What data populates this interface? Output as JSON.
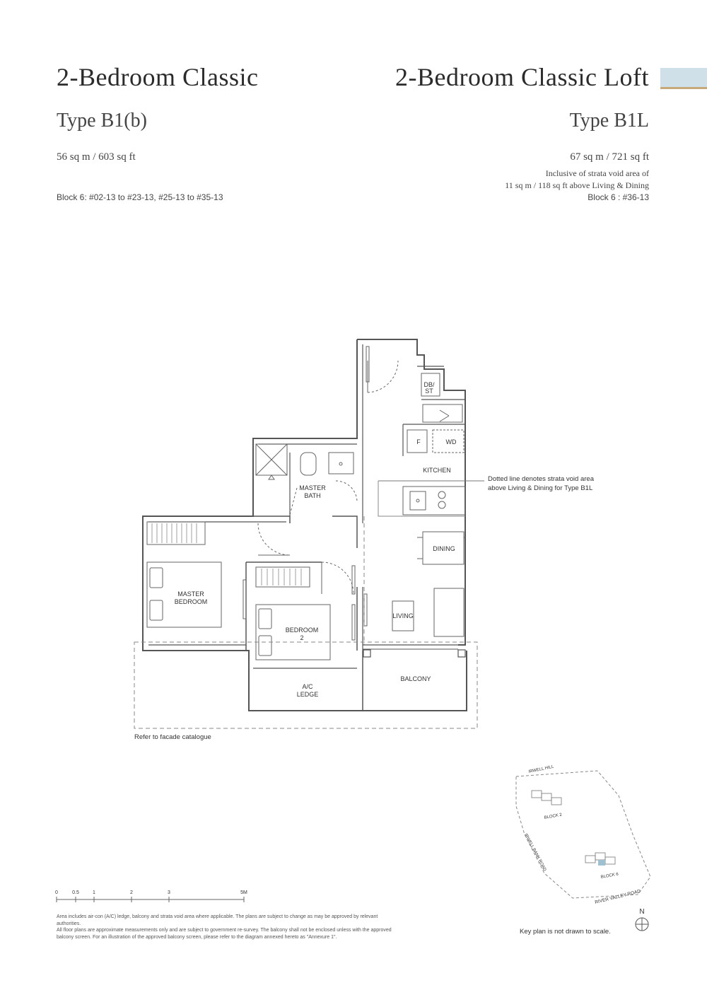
{
  "left_unit": {
    "title": "2-Bedroom Classic",
    "type": "Type B1(b)",
    "area": "56 sq m / 603 sq ft",
    "blocks": "Block 6: #02-13 to #23-13, #25-13 to #35-13"
  },
  "right_unit": {
    "title": "2-Bedroom Classic Loft",
    "type": "Type B1L",
    "area": "67 sq m / 721 sq ft",
    "note_line1": "Inclusive of strata void area of",
    "note_line2": "11 sq m / 118 sq ft above Living & Dining",
    "blocks": "Block 6 : #36-13"
  },
  "rooms": {
    "db_st_1": "DB/",
    "db_st_2": "ST",
    "f": "F",
    "wd": "WD",
    "kitchen": "KITCHEN",
    "master_bath_1": "MASTER",
    "master_bath_2": "BATH",
    "dining": "DINING",
    "master_bedroom_1": "MASTER",
    "master_bedroom_2": "BEDROOM",
    "bedroom2_1": "BEDROOM",
    "bedroom2_2": "2",
    "living": "LIVING",
    "balcony": "BALCONY",
    "ac_ledge_1": "A/C",
    "ac_ledge_2": "LEDGE"
  },
  "annotations": {
    "void_note_1": "Dotted line denotes strata void area",
    "void_note_2": "above Living & Dining for Type B1L",
    "facade": "Refer to facade catalogue"
  },
  "scale_bar": {
    "ticks": [
      "0",
      "0.5",
      "1",
      "2",
      "3",
      "5M"
    ]
  },
  "key_plan": {
    "irwell_hill": "IRWELL HILL",
    "block2": "BLOCK 2",
    "irwell_bank_road": "IRWELL BANK ROAD",
    "block6": "BLOCK 6",
    "river_valley_road": "RIVER VALLEY ROAD",
    "north": "N",
    "caption": "Key plan is not drawn to scale."
  },
  "footnote": {
    "line1": "Area includes air-con (A/C) ledge, balcony and strata void area where applicable. The plans are subject to change as may be approved by relevant authorities.",
    "line2": "All floor plans are approximate measurements only and are subject to government re-survey. The balcony shall not be enclosed unless with the approved",
    "line3": "balcony screen. For an illustration of the approved balcony screen, please refer to the diagram annexed hereto as \"Annexure 1\"."
  },
  "colors": {
    "tab": "#cfe0e8",
    "tab_underline": "#c8a878"
  }
}
